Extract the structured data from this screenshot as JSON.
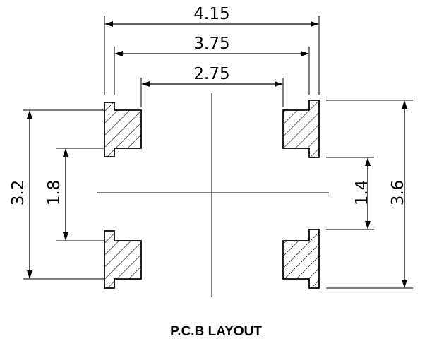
{
  "drawing": {
    "dimensions": {
      "outer_width": "4.15",
      "mid_width": "3.75",
      "inner_width": "2.75",
      "left_outer_height": "3.2",
      "left_inner_height": "1.8",
      "right_inner_height": "1.4",
      "right_outer_height": "3.6"
    },
    "caption": "P.C.B LAYOUT"
  }
}
